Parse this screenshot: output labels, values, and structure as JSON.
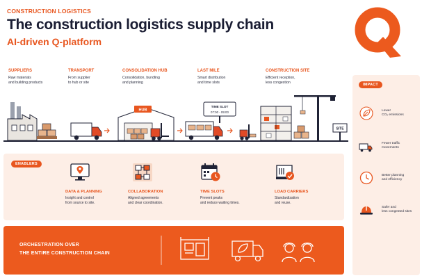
{
  "header": {
    "kicker": "CONSTRUCTION LOGISTICS",
    "title": "The construction logistics supply chain",
    "subtitle": "AI-driven Q-platform"
  },
  "colors": {
    "accent": "#e8561f",
    "dark": "#1a1d33",
    "panel": "#fdeee6",
    "truck_red": "#e14a26"
  },
  "stages": [
    {
      "title": "SUPPLIERS",
      "desc1": "Raw materials",
      "desc2": "and building products"
    },
    {
      "title": "TRANSPORT",
      "desc1": "From supplier",
      "desc2": "to hub or site"
    },
    {
      "title": "CONSOLIDATION HUB",
      "desc1": "Consolidation, bundling",
      "desc2": "and planning"
    },
    {
      "title": "LAST MILE",
      "desc1": "Smart distribution",
      "desc2": "and time slots"
    },
    {
      "title": "CONSTRUCTION SITE",
      "desc1": "Efficient reception,",
      "desc2": "less congestion"
    }
  ],
  "scene": {
    "hub_label": "HUB",
    "timeslot_title": "TIME SLOT",
    "timeslot_value": "07:00 - 09:00",
    "site_label": "SITE"
  },
  "enablers": {
    "pill": "ENABLERS",
    "items": [
      {
        "icon": "data-planning-icon",
        "title": "DATA & PLANNING",
        "desc1": "Insight and control",
        "desc2": "from source to site."
      },
      {
        "icon": "collaboration-icon",
        "title": "COLLABORATION",
        "desc1": "Aligned agreements",
        "desc2": "and clear coordination."
      },
      {
        "icon": "calendar-clock-icon",
        "title": "TIME SLOTS",
        "desc1": "Prevent peaks",
        "desc2": "and reduce waiting times."
      },
      {
        "icon": "load-carrier-icon",
        "title": "LOAD CARRIERS",
        "desc1": "Standardization",
        "desc2": "and reuse."
      }
    ]
  },
  "orchestration": {
    "text": "ORCHESTRATION OVER\nTHE ENTIRE CONSTRUCTION CHAIN",
    "icons": [
      "site-plan-icon",
      "eco-truck-icon",
      "workers-icon"
    ]
  },
  "impact": {
    "pill": "IMPACT",
    "items": [
      {
        "icon": "leaf-icon",
        "line1": "Lower",
        "line2": "CO₂ emissions"
      },
      {
        "icon": "truck-icon",
        "line1": "Fewer traffic",
        "line2": "movements"
      },
      {
        "icon": "clock-icon",
        "line1": "Better planning",
        "line2": "and efficiency"
      },
      {
        "icon": "hardhat-icon",
        "line1": "Safer and",
        "line2": "less congested sites"
      }
    ]
  }
}
